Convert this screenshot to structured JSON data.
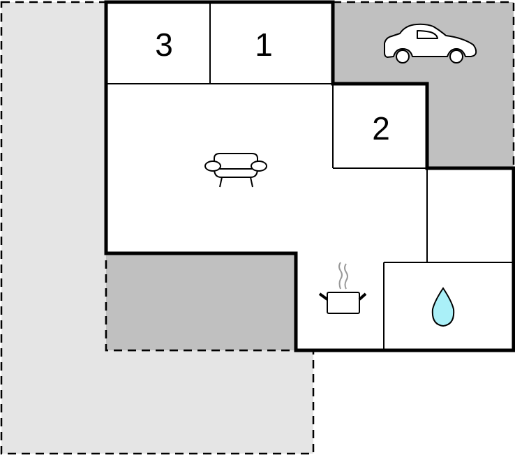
{
  "floorplan": {
    "colors": {
      "outdoor_area": "#e5e5e5",
      "covered_area": "#c0c0c0",
      "wall": "#000000",
      "room_fill": "#ffffff",
      "water_drop": "#aaf0f8",
      "steam": "#999999"
    },
    "rooms": [
      {
        "id": "bedroom-3",
        "label": "3",
        "type": "bedroom"
      },
      {
        "id": "bedroom-1",
        "label": "1",
        "type": "bedroom"
      },
      {
        "id": "bedroom-2",
        "label": "2",
        "type": "bedroom"
      },
      {
        "id": "living-room",
        "label": "",
        "type": "living-room",
        "icon": "sofa-icon"
      },
      {
        "id": "kitchen",
        "label": "",
        "type": "kitchen",
        "icon": "cooking-pot-icon"
      },
      {
        "id": "bathroom",
        "label": "",
        "type": "bathroom",
        "icon": "water-drop-icon"
      },
      {
        "id": "utility-room",
        "label": "",
        "type": "room"
      }
    ],
    "exterior": [
      {
        "id": "carport",
        "type": "parking",
        "icon": "car-icon"
      },
      {
        "id": "covered-terrace",
        "type": "terrace"
      },
      {
        "id": "garden-area",
        "type": "outdoor-area"
      }
    ]
  }
}
